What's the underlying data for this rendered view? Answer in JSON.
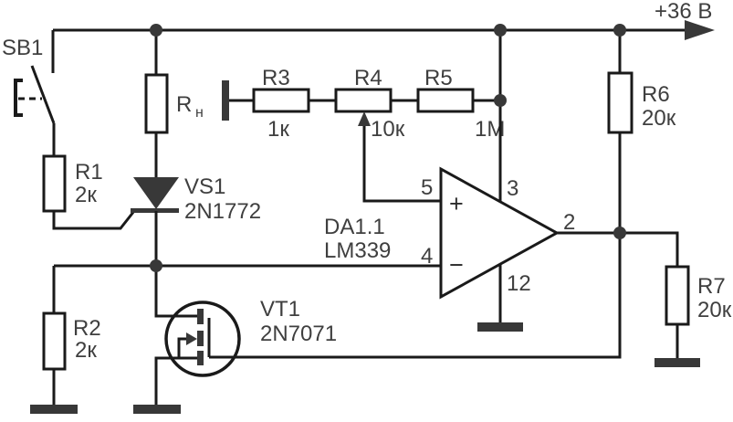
{
  "power_rail": {
    "label": "+36 В"
  },
  "components": {
    "sb1": {
      "ref": "SB1"
    },
    "r1": {
      "ref": "R1",
      "value": "2к"
    },
    "r2": {
      "ref": "R2",
      "value": "2к"
    },
    "rn": {
      "ref": "R",
      "sub": "н"
    },
    "r3": {
      "ref": "R3",
      "value": "1к"
    },
    "r4": {
      "ref": "R4",
      "value": "10к"
    },
    "r5": {
      "ref": "R5",
      "value": "1M"
    },
    "r6": {
      "ref": "R6",
      "value": "20к"
    },
    "r7": {
      "ref": "R7",
      "value": "20к"
    },
    "vs1": {
      "ref": "VS1",
      "part": "2N1772"
    },
    "vt1": {
      "ref": "VT1",
      "part": "2N7071"
    },
    "da1": {
      "ref": "DA1.1",
      "part": "LM339",
      "plus": "+",
      "minus": "−",
      "pins": {
        "noninv": "5",
        "inv": "4",
        "vplus": "3",
        "gnd": "12",
        "out": "2"
      }
    }
  },
  "colors": {
    "background": "#ffffff",
    "wire": "#1a1a1a",
    "solid_fill": "#383838",
    "label": "#3f3f3f"
  }
}
